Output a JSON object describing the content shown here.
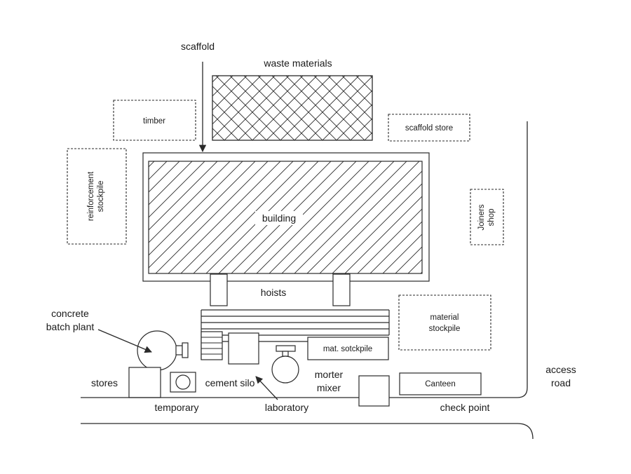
{
  "labels": {
    "scaffold": "scaffold",
    "waste_materials": "waste materials",
    "timber": "timber",
    "scaffold_store": "scaffold store",
    "reinforcement_stockpile_1": "reinforcement",
    "reinforcement_stockpile_2": "stockpile",
    "building": "building",
    "joiners_shop_1": "Joiners",
    "joiners_shop_2": "shop",
    "hoists": "hoists",
    "concrete_batch_plant_1": "concrete",
    "concrete_batch_plant_2": "batch plant",
    "material_stockpile_1": "material",
    "material_stockpile_2": "stockpile",
    "mat_stockpile": "mat. sotckpile",
    "stores": "stores",
    "cement_silo": "cement silo",
    "morter_mixer_1": "morter",
    "morter_mixer_2": "mixer",
    "canteen": "Canteen",
    "access_road_1": "access",
    "access_road_2": "road",
    "temporary": "temporary",
    "laboratory": "laboratory",
    "check_point": "check point"
  }
}
